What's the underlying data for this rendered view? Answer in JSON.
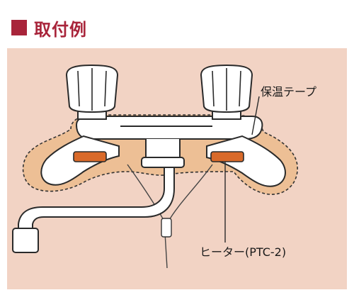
{
  "header": {
    "title": "取付例",
    "accent_color": "#a8243a"
  },
  "diagram": {
    "labels": {
      "insulation_tape": "保温テープ",
      "heater": "ヒーター(PTC-2)"
    },
    "colors": {
      "panel_bg": "#f2d3c4",
      "insulation_fill": "#edbf95",
      "heater_band": "#d96a2a",
      "pipe_fill": "#ffffff",
      "outline": "#2a2a2a"
    },
    "icons": [
      "faucet-handle-icon",
      "faucet-spout-icon"
    ]
  }
}
